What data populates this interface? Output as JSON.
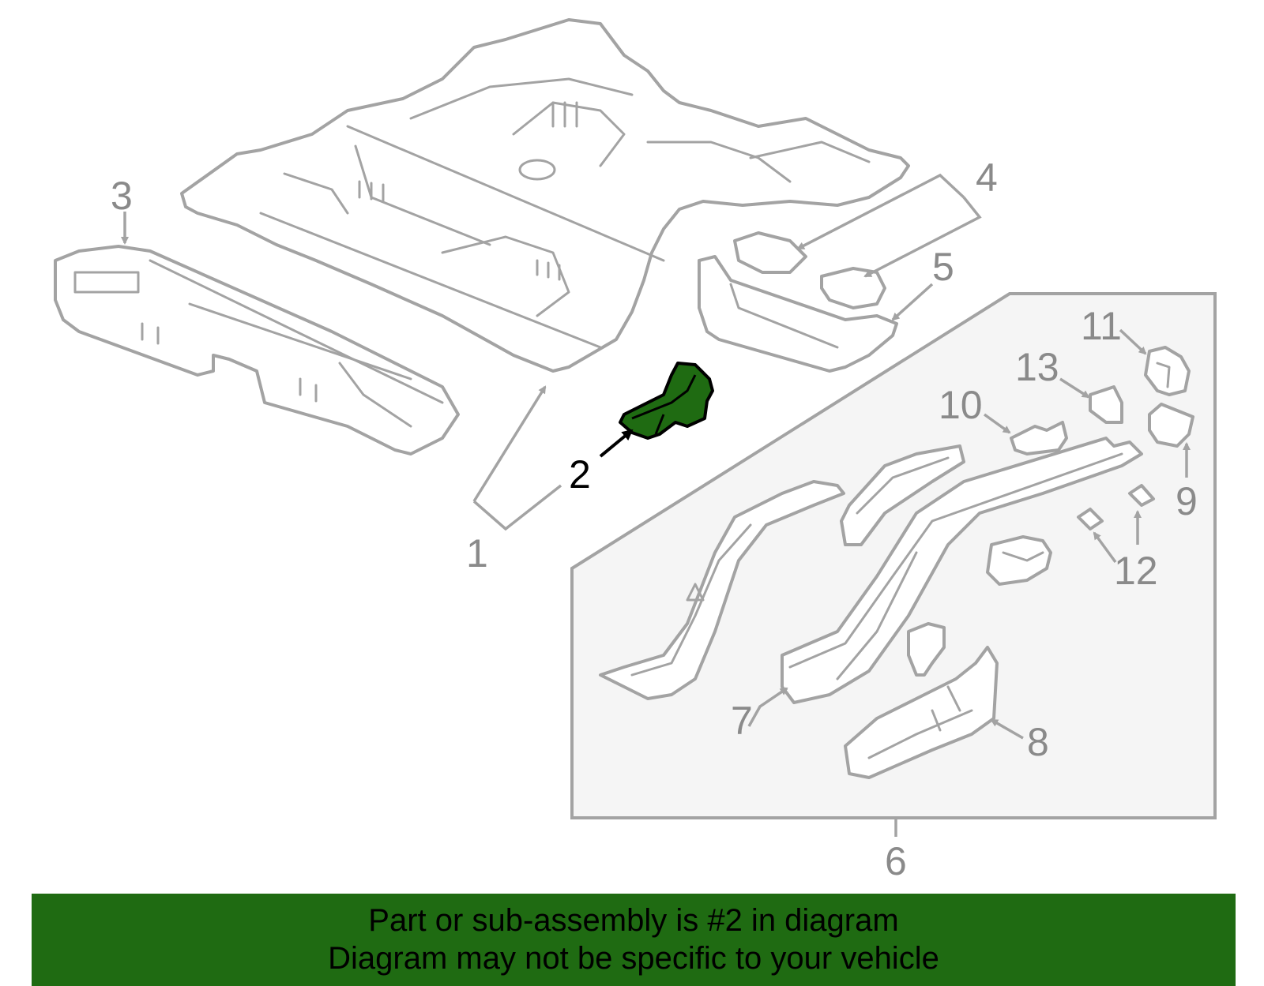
{
  "banner": {
    "line1": "Part or sub-assembly is #2 in diagram",
    "line2": "Diagram may not be specific to your vehicle",
    "background": "#1f6b12"
  },
  "colors": {
    "highlight": "#1f6b12",
    "outline": "#a3a3a3",
    "callout_text": "#8a8a8a",
    "inset_background": "#f5f5f5"
  },
  "callouts": {
    "c1": "1",
    "c2": "2",
    "c3": "3",
    "c4": "4",
    "c5": "5",
    "c6": "6",
    "c7": "7",
    "c8": "8",
    "c9": "9",
    "c10": "10",
    "c11": "11",
    "c12": "12",
    "c13": "13"
  },
  "highlighted_part": "2"
}
